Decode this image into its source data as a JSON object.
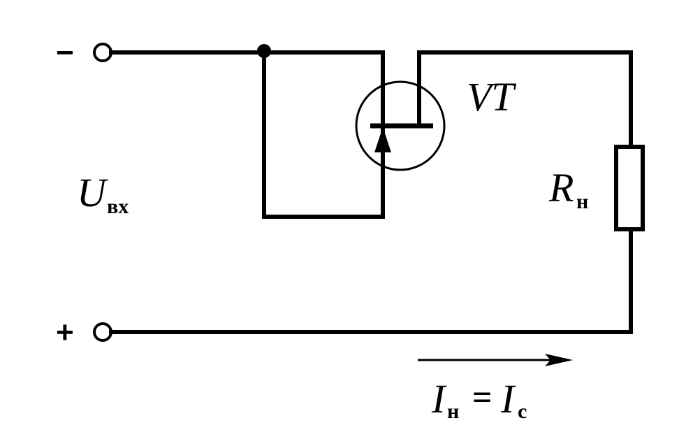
{
  "terminals": {
    "top_sign": "−",
    "bottom_sign": "+"
  },
  "labels": {
    "input_voltage": {
      "main": "U",
      "sub": "вх"
    },
    "transistor": "VT",
    "load_resistor": {
      "main": "R",
      "sub": "н"
    },
    "current": {
      "left_main": "I",
      "left_sub": "н",
      "equals": "=",
      "right_main": "I",
      "right_sub": "с"
    }
  },
  "colors": {
    "ink": "#000000",
    "background": "#ffffff"
  }
}
